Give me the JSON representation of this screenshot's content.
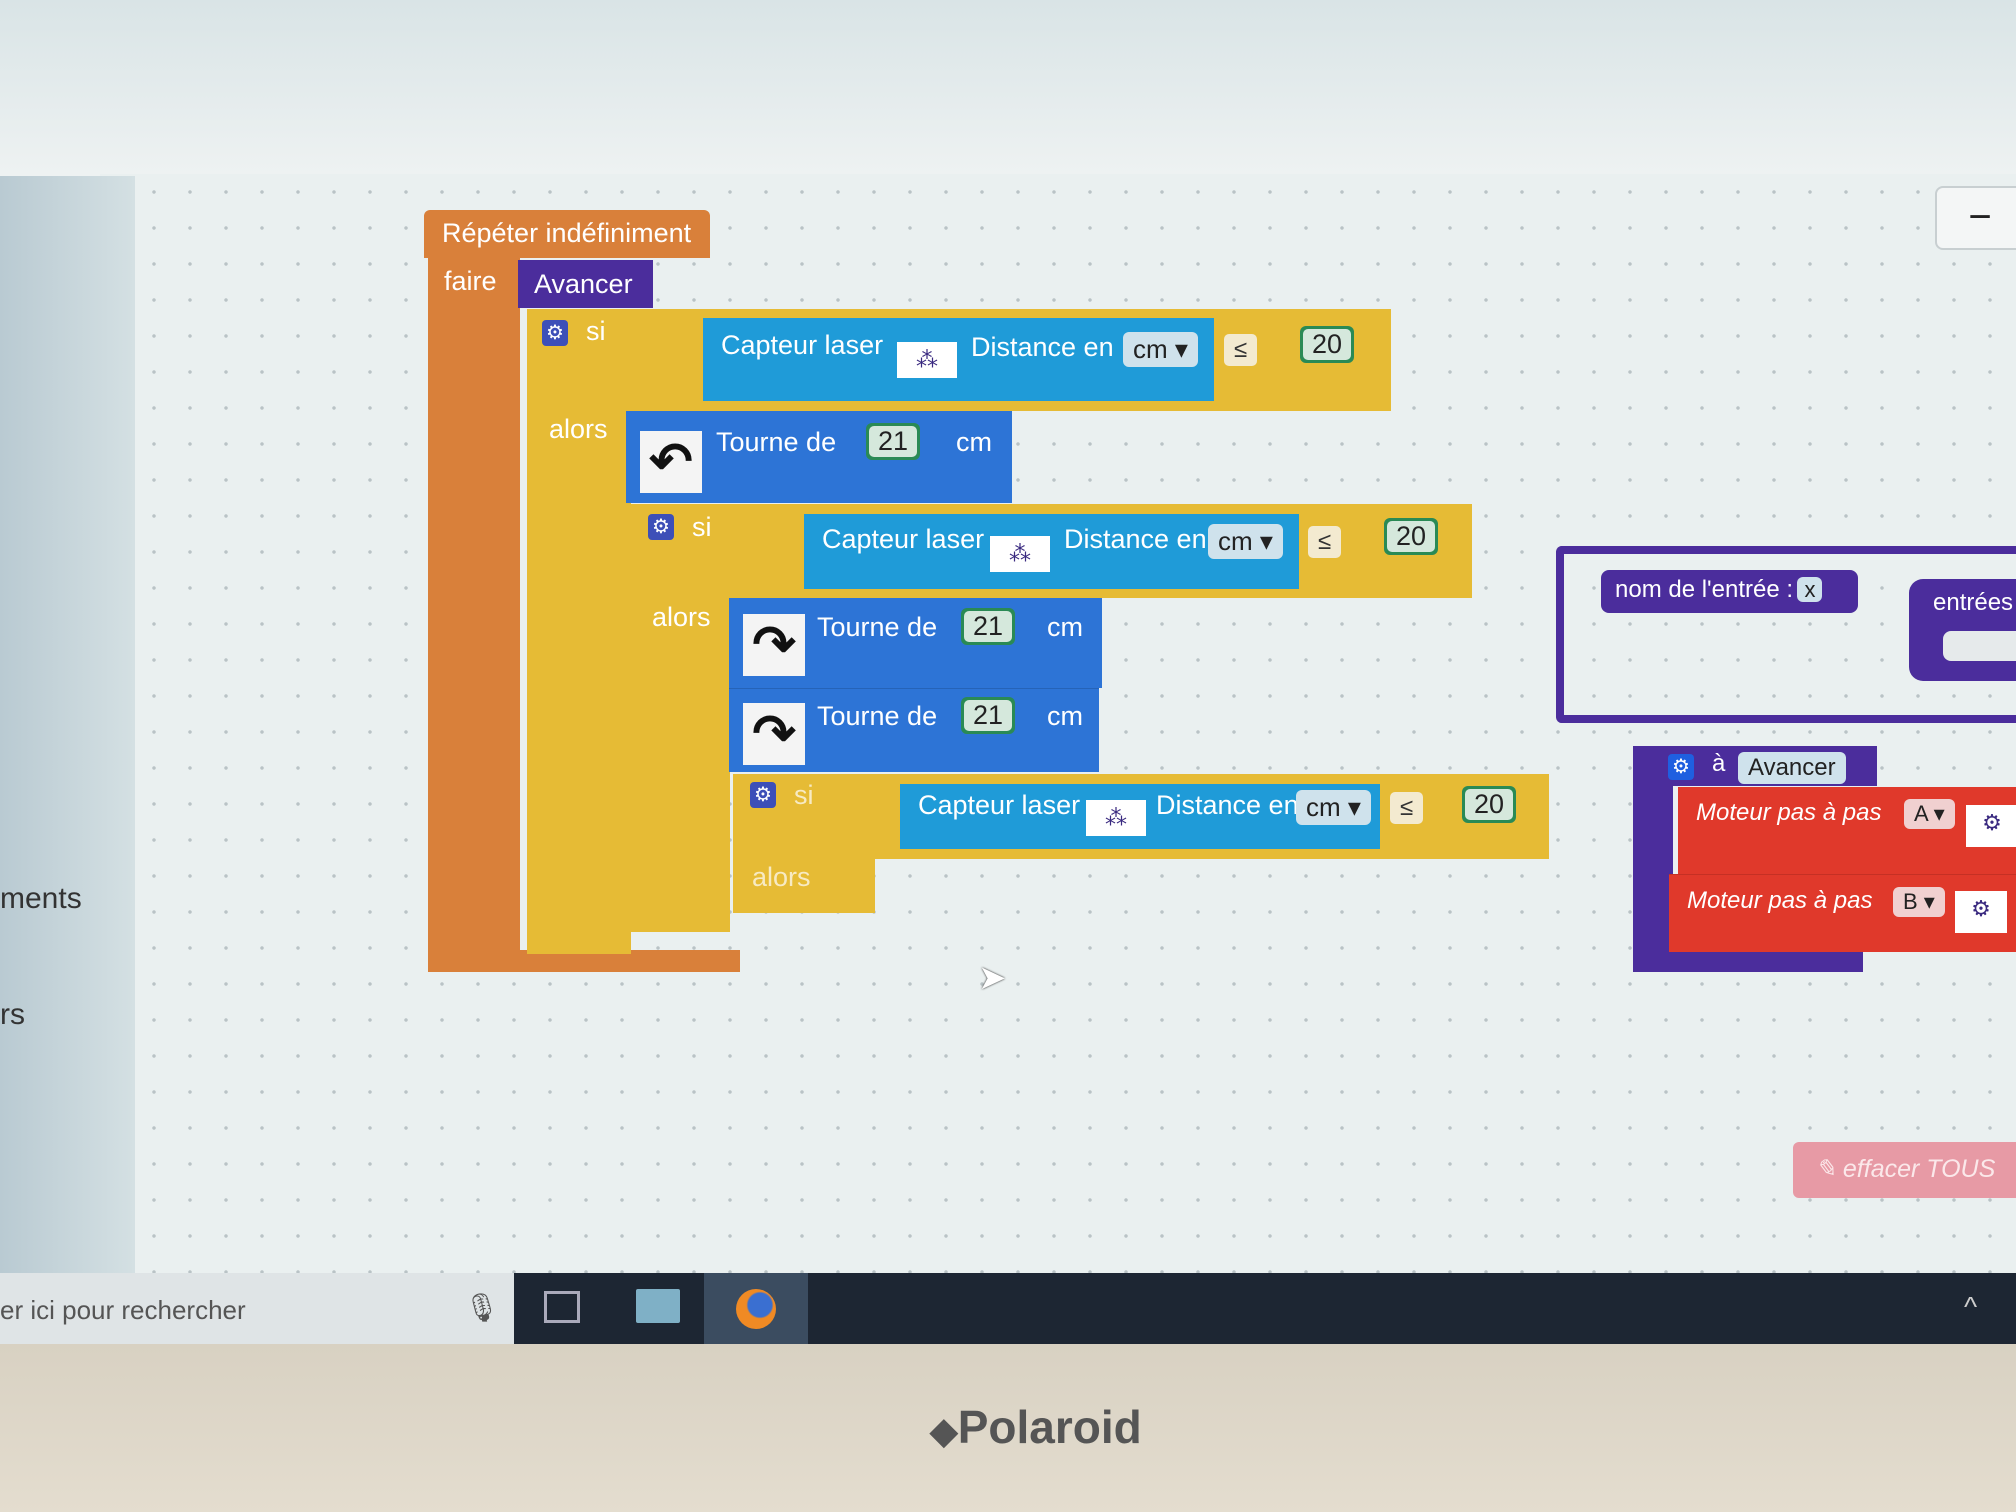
{
  "sidebar": {
    "items": [
      "ments",
      "rs"
    ]
  },
  "workspace": {
    "repeat": {
      "title": "Répéter indéfiniment",
      "do_label": "faire"
    },
    "call_block": "Avancer",
    "if_blocks": [
      {
        "label": "si",
        "then": "alors",
        "sensor": "Capteur laser",
        "sensor_icon": "laser",
        "distance_label": "Distance en",
        "unit": "cm",
        "op": "≤",
        "value": "20"
      },
      {
        "label": "si",
        "then": "alors",
        "sensor": "Capteur laser",
        "sensor_icon": "laser",
        "distance_label": "Distance en",
        "unit": "cm",
        "op": "≤",
        "value": "20"
      },
      {
        "label": "si",
        "then": "alors",
        "sensor": "Capteur laser",
        "sensor_icon": "laser",
        "distance_label": "Distance en",
        "unit": "cm",
        "op": "≤",
        "value": "20"
      }
    ],
    "turn_blocks": [
      {
        "label": "Tourne de",
        "value": "21",
        "unit": "cm",
        "direction": "left"
      },
      {
        "label": "Tourne de",
        "value": "21",
        "unit": "cm",
        "direction": "right"
      },
      {
        "label": "Tourne de",
        "value": "21",
        "unit": "cm",
        "direction": "right"
      }
    ],
    "mutator": {
      "input_name_label": "nom de l'entrée :",
      "input_name_value": "x",
      "inputs_label": "entrées"
    },
    "procedure": {
      "prefix": "à",
      "name": "Avancer",
      "motors": [
        {
          "label": "Moteur pas à pas",
          "port": "A"
        },
        {
          "label": "Moteur pas à pas",
          "port": "B"
        }
      ]
    },
    "clear_button": "effacer TOUS",
    "zoom_out": "−"
  },
  "taskbar": {
    "search_placeholder": "er ici pour rechercher"
  },
  "bezel": {
    "brand": "Polaroid"
  },
  "colors": {
    "loop": "#d9803a",
    "logic": "#e6bb35",
    "sensor": "#1f9bd8",
    "motion": "#2d74d6",
    "procedure": "#4b2d9c",
    "motor": "#e0392b"
  }
}
